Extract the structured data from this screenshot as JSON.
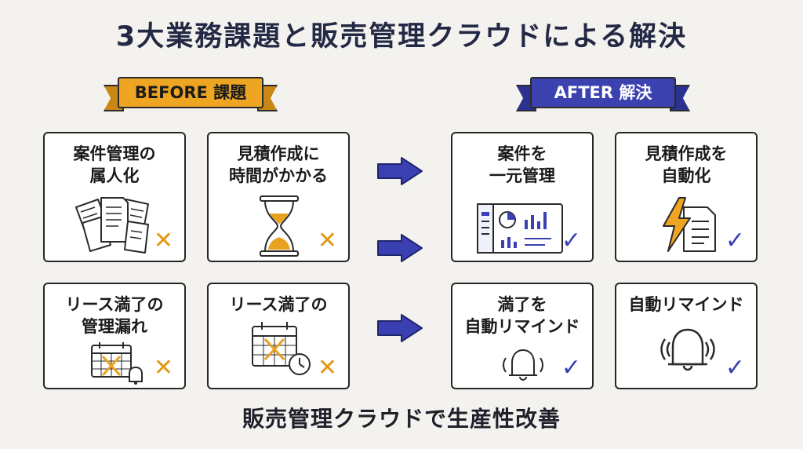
{
  "title": "3大業務課題と販売管理クラウドによる解決",
  "before_label": "BEFORE 課題",
  "after_label": "AFTER 解決",
  "before_cards": [
    {
      "line1": "案件管理の",
      "line2": "属人化",
      "icon": "documents-icon",
      "mark": "✕"
    },
    {
      "line1": "見積作成に",
      "line2": "時間がかかる",
      "icon": "hourglass-icon",
      "mark": "✕"
    },
    {
      "line1": "リース満了の",
      "line2": "管理漏れ",
      "icon": "calendar-bell-icon",
      "mark": "✕"
    },
    {
      "line1": "リース満了の",
      "line2": "",
      "icon": "calendar-clock-icon",
      "mark": "✕"
    }
  ],
  "after_cards": [
    {
      "line1": "案件を",
      "line2": "一元管理",
      "icon": "dashboard-icon",
      "mark": "✓"
    },
    {
      "line1": "見積作成を",
      "line2": "自動化",
      "icon": "lightning-document-icon",
      "mark": "✓"
    },
    {
      "line1": "満了を",
      "line2": "自動リマインド",
      "icon": "bell-icon",
      "mark": "✓"
    },
    {
      "line1": "自動リマインド",
      "line2": "",
      "icon": "ringing-bell-icon",
      "mark": "✓"
    }
  ],
  "footer": "販売管理クラウドで生産性改善",
  "colors": {
    "before": "#eea521",
    "after": "#3b42b0",
    "background": "#f3f2ee"
  }
}
